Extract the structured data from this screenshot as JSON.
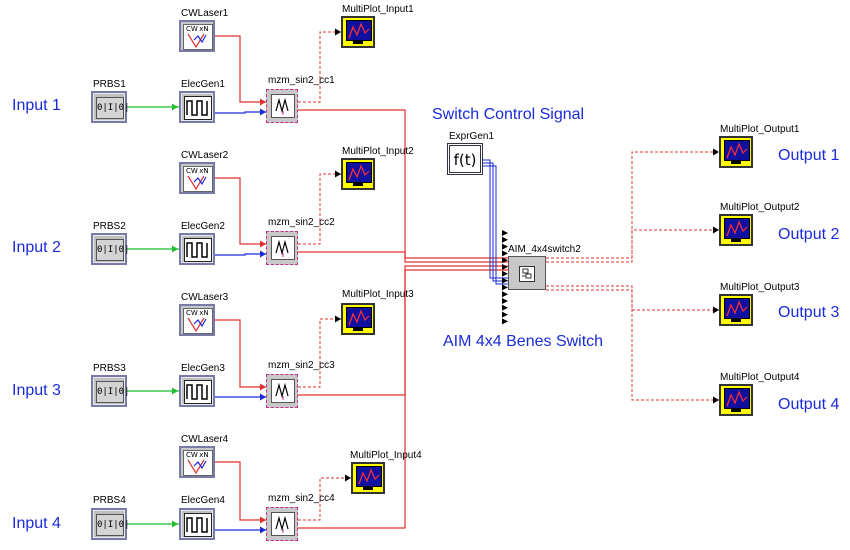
{
  "inputs": [
    {
      "label": "Input 1",
      "prbs": "PRBS1",
      "elec": "ElecGen1",
      "laser": "CWLaser1",
      "mzm": "mzm_sin2_cc1",
      "plot": "MultiPlot_Input1"
    },
    {
      "label": "Input 2",
      "prbs": "PRBS2",
      "elec": "ElecGen2",
      "laser": "CWLaser2",
      "mzm": "mzm_sin2_cc2",
      "plot": "MultiPlot_Input2"
    },
    {
      "label": "Input 3",
      "prbs": "PRBS3",
      "elec": "ElecGen3",
      "laser": "CWLaser3",
      "mzm": "mzm_sin2_cc3",
      "plot": "MultiPlot_Input3"
    },
    {
      "label": "Input 4",
      "prbs": "PRBS4",
      "elec": "ElecGen4",
      "laser": "CWLaser4",
      "mzm": "mzm_sin2_cc4",
      "plot": "MultiPlot_Input4"
    }
  ],
  "outputs": [
    {
      "label": "Output 1",
      "plot": "MultiPlot_Output1"
    },
    {
      "label": "Output 2",
      "plot": "MultiPlot_Output2"
    },
    {
      "label": "Output 3",
      "plot": "MultiPlot_Output3"
    },
    {
      "label": "Output 4",
      "plot": "MultiPlot_Output4"
    }
  ],
  "control": {
    "title": "Switch Control Signal",
    "expr_name": "ExprGen1",
    "expr_symbol": "f(t)"
  },
  "switch": {
    "name": "AIM_4x4switch2",
    "title": "AIM 4x4 Benes Switch"
  },
  "icon_text": {
    "prbs": "0|I|0|",
    "laser": "CW xN"
  },
  "colors": {
    "optical": "#e0302e",
    "electrical": "#1a2bd9",
    "binary": "#1fbf2a",
    "label": "#1a2bd9"
  }
}
